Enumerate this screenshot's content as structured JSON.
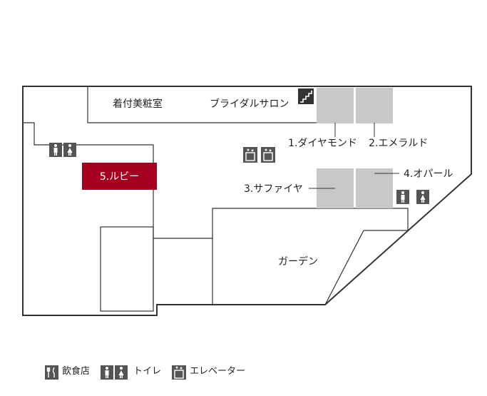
{
  "rooms": {
    "kitsuke": "着付美粧室",
    "bridal_salon": "ブライダルサロン",
    "diamond": "1.ダイヤモンド",
    "emerald": "2.エメラルド",
    "sapphire": "3.サファイヤ",
    "opal": "4.オパール",
    "ruby": "5.ルビー",
    "garden": "ガーデン"
  },
  "legend": {
    "restaurant": "飲食店",
    "toilet": "トイレ",
    "elevator": "エレベーター"
  },
  "icons": {
    "restaurant": "fork-knife-icon",
    "toilet": "restroom-icon",
    "elevator": "elevator-icon",
    "stairs": "stairs-icon"
  },
  "colors": {
    "ruby_highlight": "#a50020",
    "room_gray": "#c8c8c8",
    "icon_gray": "#555555",
    "outline": "#333333"
  }
}
